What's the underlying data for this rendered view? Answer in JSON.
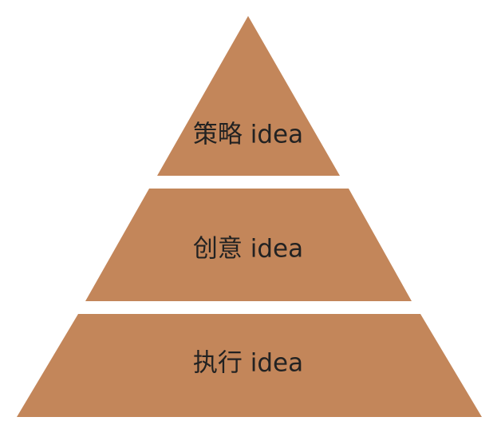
{
  "colors": {
    "tier_fill": "#C3865A",
    "label_text": "#222222",
    "background": "#FFFFFF"
  },
  "pyramid": {
    "tiers": [
      {
        "label": "策略 idea"
      },
      {
        "label": "创意 idea"
      },
      {
        "label": "执行 idea"
      }
    ]
  }
}
